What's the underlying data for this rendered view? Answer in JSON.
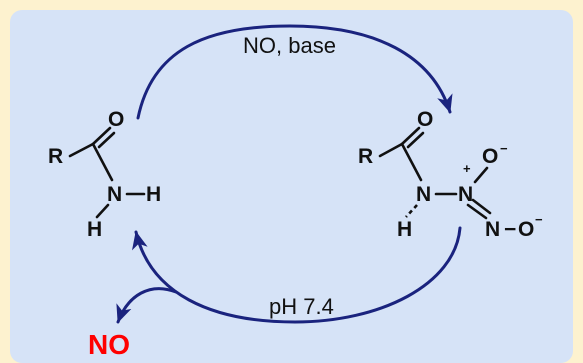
{
  "conditions": {
    "top": "NO, base",
    "bottom": "pH 7.4"
  },
  "released_species": "NO",
  "atoms": {
    "R": "R",
    "O": "O",
    "N": "N",
    "H": "H",
    "N_plus": "N",
    "plus": "+",
    "O_minus": "O",
    "minus": "−",
    "dash": "−"
  },
  "colors": {
    "arrow": "#1a237e",
    "released_species": "#ff0000",
    "panel": "#d6e3f7",
    "frame": "#fdf2cf"
  }
}
